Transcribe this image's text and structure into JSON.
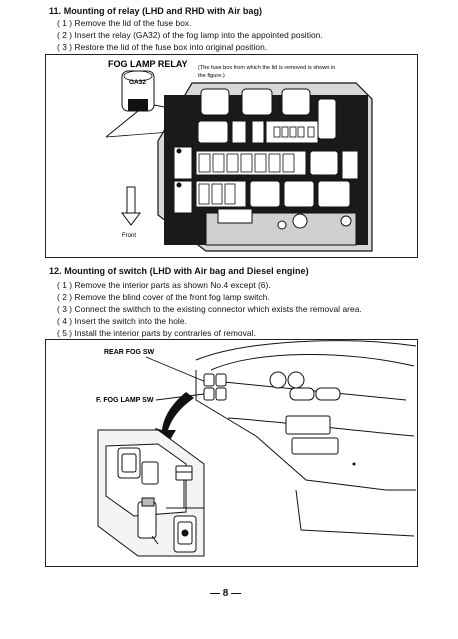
{
  "section11": {
    "title": "11. Mounting of relay (LHD and RHD with Air bag)",
    "steps": [
      "( 1 ) Remove the lid of the fuse box.",
      "( 2 ) Insert the relay (GA32) of the fog lamp into the appointed position.",
      "( 3 ) Restore the lid of the fuse box into original position."
    ],
    "figure": {
      "label_fog_lamp_relay": "FOG LAMP RELAY",
      "label_note_line1": "(The fuse box from which the lid is removed is shown in",
      "label_note_line2": "the figure.)",
      "label_relay_code": "GA32",
      "label_front": "Front"
    }
  },
  "section12": {
    "title": "12. Mounting of switch (LHD with Air bag and Diesel engine)",
    "steps": [
      "( 1 ) Remove the interior parts as shown No.4 except (6).",
      "( 2 ) Remove the blind cover of the front fog lamp switch.",
      "( 3 ) Connect the swithch to the existing connector which exists the removal area.",
      "( 4 ) Insert the switch into the hole.",
      "( 5 ) Install the interior parts by contraries of removal."
    ],
    "figure": {
      "label_rear_fog_sw": "REAR FOG SW",
      "label_f_fog_lamp_sw": "F. FOG LAMP SW"
    }
  },
  "footer": {
    "page_number": "— 8 —"
  }
}
